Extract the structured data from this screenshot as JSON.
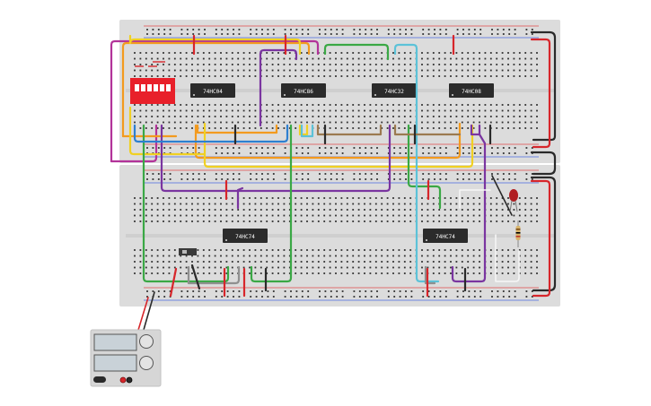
{
  "chips": [
    {
      "label": "74HC04"
    },
    {
      "label": "74HC86"
    },
    {
      "label": "74HC32"
    },
    {
      "label": "74HC08"
    },
    {
      "label": "74HC74"
    },
    {
      "label": "74HC74"
    }
  ],
  "colors": {
    "board": "#dcdcdc",
    "hole": "#2f2f2f",
    "chip": "#2b2b2b",
    "dip_switch": "#e8202a",
    "led": "#b01e22",
    "wire_purple": "#7a35a0",
    "wire_magenta": "#b23399",
    "wire_orange": "#f39a1e",
    "wire_yellow": "#f0d022",
    "wire_green": "#3aa845",
    "wire_cyan": "#5cc2d8",
    "wire_blue": "#2d7fd0",
    "wire_brown": "#9b7a50",
    "wire_gray": "#8f8f8f",
    "wire_red": "#d7262b",
    "wire_black": "#2a2a2a",
    "wire_white": "#f6f6f6"
  }
}
